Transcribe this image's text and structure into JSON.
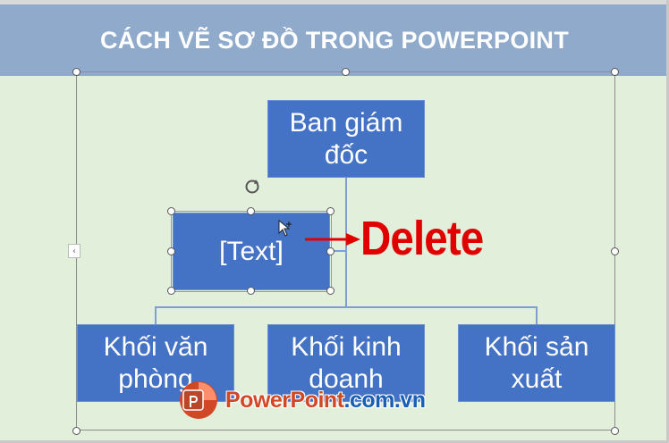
{
  "slide": {
    "title": "CÁCH VẼ SƠ ĐỒ TRONG POWERPOINT"
  },
  "org_chart": {
    "top_box": {
      "line1": "Ban giám",
      "line2": "đốc"
    },
    "assistant_box": {
      "text": "[Text]"
    },
    "bottom_boxes": [
      {
        "line1": "Khối văn",
        "line2": "phòng"
      },
      {
        "line1": "Khối kinh",
        "line2": "doanh"
      },
      {
        "line1": "Khối sản",
        "line2": "xuất"
      }
    ],
    "collapse_glyph": "‹"
  },
  "annotation": {
    "action_label": "Delete"
  },
  "watermark": {
    "brand_part1": "PowerPoint",
    "brand_part2": ".com.vn"
  },
  "colors": {
    "box_fill": "#4472c4",
    "title_bar": "#8faacb",
    "background": "#e2efda",
    "annotation": "#e00000"
  }
}
